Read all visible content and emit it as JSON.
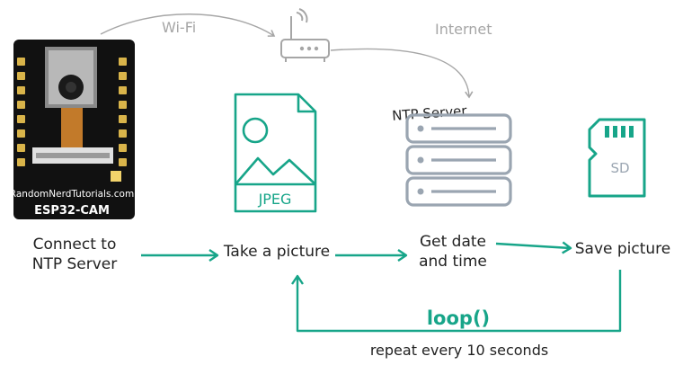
{
  "colors": {
    "teal": "#17a589",
    "gray_link": "#a6a6a6",
    "server_gray": "#9aa5b1",
    "board": "#111111",
    "text": "#222222"
  },
  "links": {
    "wifi": "Wi-Fi",
    "internet": "Internet"
  },
  "board": {
    "brand": "RandomNerdTutorials.com",
    "model": "ESP32-CAM"
  },
  "icons": {
    "jpeg_file": "JPEG",
    "server": "NTP Server",
    "sd_card": "SD"
  },
  "steps": {
    "connect": [
      "Connect to",
      "NTP Server"
    ],
    "take_picture": "Take a picture",
    "get_date": [
      "Get date",
      "and time"
    ],
    "save_picture": "Save picture"
  },
  "loop": {
    "label": "loop()",
    "repeat": "repeat every 10 seconds"
  }
}
